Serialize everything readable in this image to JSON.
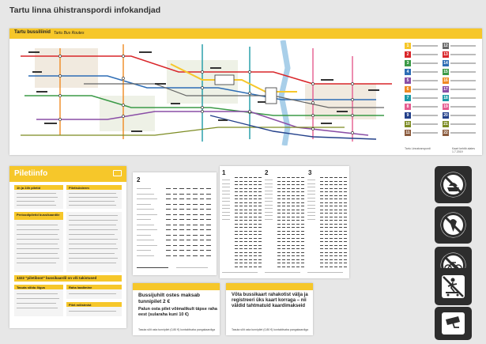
{
  "page": {
    "title": "Tartu linna ühistranspordi infokandjad"
  },
  "map": {
    "title": "Tartu bussiliinid",
    "subtitle": "Tartu Bus Routes",
    "foot_left": "Tartu Linnatranspordi",
    "foot_right": "Kaart kehtib alates 1.7.2019",
    "colors": {
      "yellow": "#f6c72a",
      "red": "#d9262a",
      "blue": "#2d6db5",
      "green": "#3b9a47",
      "purple": "#8a4ea6",
      "orange": "#ef8a22",
      "brown": "#8a5a3c",
      "grey": "#666666",
      "teal": "#1c9aa6",
      "pink": "#e55c8f",
      "olive": "#7c8b22",
      "navy": "#23408a"
    }
  },
  "legend": {
    "items": [
      {
        "num": "1",
        "color": "#f6c72a"
      },
      {
        "num": "2",
        "color": "#d9262a"
      },
      {
        "num": "3",
        "color": "#3b9a47"
      },
      {
        "num": "4",
        "color": "#2d6db5"
      },
      {
        "num": "5",
        "color": "#8a4ea6"
      },
      {
        "num": "6",
        "color": "#ef8a22"
      },
      {
        "num": "7",
        "color": "#1c9aa6"
      },
      {
        "num": "8",
        "color": "#e55c8f"
      },
      {
        "num": "9",
        "color": "#23408a"
      },
      {
        "num": "10",
        "color": "#7c8b22"
      },
      {
        "num": "11",
        "color": "#8a5a3c"
      },
      {
        "num": "12",
        "color": "#666666"
      },
      {
        "num": "13",
        "color": "#d9262a"
      },
      {
        "num": "14",
        "color": "#2d6db5"
      },
      {
        "num": "15",
        "color": "#3b9a47"
      },
      {
        "num": "16",
        "color": "#ef8a22"
      },
      {
        "num": "17",
        "color": "#8a4ea6"
      },
      {
        "num": "18",
        "color": "#1c9aa6"
      },
      {
        "num": "19",
        "color": "#e55c8f"
      },
      {
        "num": "20",
        "color": "#23408a"
      },
      {
        "num": "21",
        "color": "#7c8b22"
      },
      {
        "num": "22",
        "color": "#8a5a3c"
      }
    ]
  },
  "tickets": {
    "title": "Piletiinfo",
    "block1": "1h ja 24h piletid",
    "block2": "Piletisüsteem",
    "block3": "Perioodipiletid bussikaardile",
    "banner": "1322 \"piletiboot\" bussikaardil on või takistused",
    "block4": "Tasuta sõidu õigus",
    "block5": "Raha laadimine",
    "block6": "Pilet mõistmist"
  },
  "timetables": {
    "route_a": "2",
    "route_b": "1",
    "route_c": "2",
    "route_d": "3"
  },
  "notices": [
    {
      "title": "Bussijuhilt ostes maksab tunnipilet 2 €",
      "title2": "Palun osta pilet võimalikult täpse raha eest (sularaha kuni 10 €)",
      "note": "Tasuta sõit osta tunnipilet (0,80 €) kontaktivaba pangakaardiga"
    },
    {
      "title": "Võta bussikaart rahakotist välja ja registreeri üks kaart korraga – nii väldid tahtmatuid kaardimakseid",
      "note": "Tasuta sõit osta tunnipilet (0,80 €) kontaktivaba pangakaardiga"
    }
  ]
}
